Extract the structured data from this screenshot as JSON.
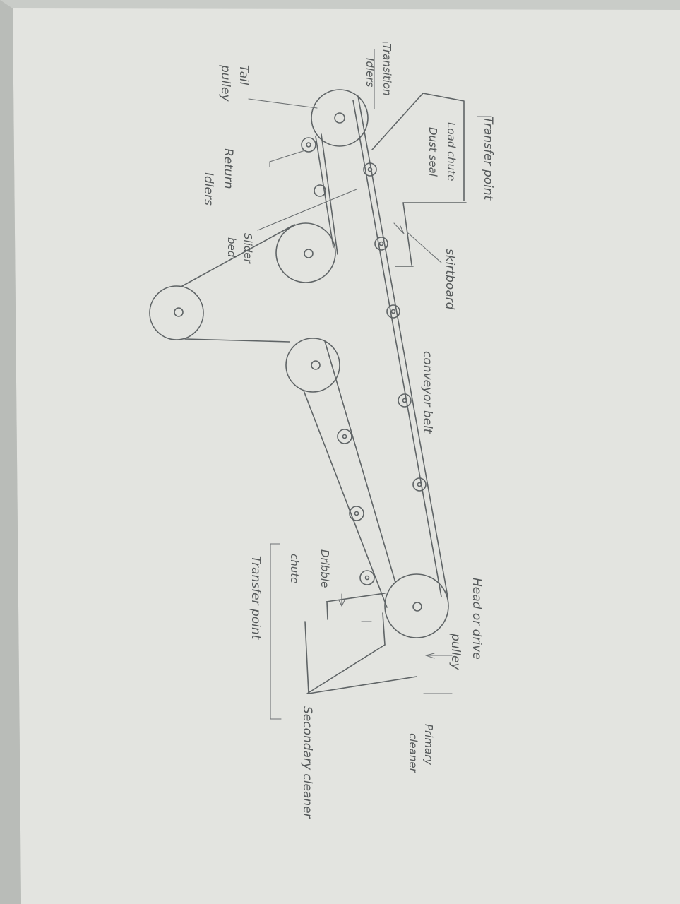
{
  "diagram": {
    "labels": {
      "transfer_point_top": "Transfer point",
      "load_chute": "Load chute",
      "dust_seal": "Dust seal",
      "skirtboard": "skirtboard",
      "transition_line1": "Transition",
      "transition_line2": "Idlers",
      "tail_line1": "Tail",
      "tail_line2": "pulley",
      "return_line1": "Return",
      "return_line2": "Idlers",
      "slider_line1": "Slider",
      "slider_line2": "bed",
      "conveyor_belt": "conveyor belt",
      "head_line1": "Head or drive",
      "head_line2": "pulley",
      "primary_line1": "Primary",
      "primary_line2": "cleaner",
      "dribble_line1": "Dribble",
      "dribble_line2": "chute",
      "transfer_point_bottom": "Transfer point",
      "secondary_cleaner": "Secondary cleaner"
    },
    "colors": {
      "paper": "#e6e7e3",
      "pencil": "#5f6466",
      "background": "#c9ccc8"
    }
  }
}
